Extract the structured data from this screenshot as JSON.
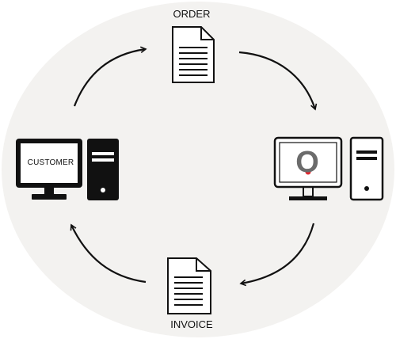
{
  "diagram": {
    "nodes": {
      "order": {
        "label": "ORDER",
        "icon": "document-icon"
      },
      "invoice": {
        "label": "INVOICE",
        "icon": "document-icon"
      },
      "customer": {
        "label": "CUSTOMER",
        "icon": "desktop-computer-icon"
      },
      "vendor": {
        "logo_letter": "O",
        "icon": "desktop-computer-icon"
      }
    },
    "flow": [
      "customer",
      "order",
      "vendor",
      "invoice",
      "customer"
    ]
  },
  "colors": {
    "background_circle": "#f3f2f0",
    "line": "#111111",
    "logo_accent": "#e0282f",
    "logo_text": "#6b6b6b"
  }
}
